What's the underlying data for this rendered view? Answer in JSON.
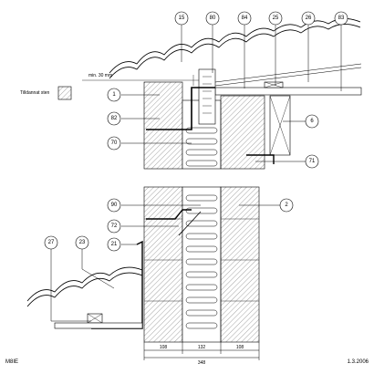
{
  "labels": {
    "hatched_legend": "Tilldannat sten",
    "min_note": "min. 30 mm",
    "code": "M8IE",
    "date": "1.3.2006"
  },
  "callouts_top": [
    "15",
    "80",
    "84",
    "25",
    "26",
    "83"
  ],
  "callouts_side_top": [
    "1",
    "82",
    "70"
  ],
  "callouts_right_top": [
    "6",
    "71"
  ],
  "callouts_bottom": [
    "90",
    "2",
    "72",
    "21",
    "27",
    "23"
  ],
  "dimensions": {
    "left": "108",
    "middle": "132",
    "right": "108",
    "total": "348"
  }
}
